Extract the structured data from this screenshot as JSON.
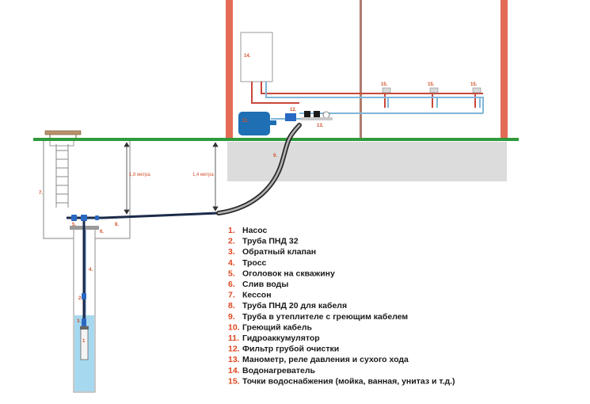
{
  "diagram": {
    "callouts": {
      "c1": "1",
      "c2": "2.",
      "c3": "3.",
      "c4": "4.",
      "c5": "5.",
      "c6": "6.",
      "c7": "7.",
      "c8": "8.",
      "c9": "9.",
      "c11": "11.",
      "c12": "12.",
      "c13": "13.",
      "c14": "14.",
      "c15a": "15.",
      "c15b": "15.",
      "c15c": "15."
    },
    "dimensions": {
      "depth_caisson": "1,8 метра",
      "depth_trench": "1,4 метра"
    }
  },
  "legend": [
    {
      "num": "1.",
      "text": "Насос"
    },
    {
      "num": "2.",
      "text": "Труба ПНД 32"
    },
    {
      "num": "3.",
      "text": "Обратный клапан"
    },
    {
      "num": "4.",
      "text": "Тросс"
    },
    {
      "num": "5.",
      "text": "Оголовок на скважину"
    },
    {
      "num": "6.",
      "text": "Слив воды"
    },
    {
      "num": "7.",
      "text": " Кессон"
    },
    {
      "num": "8.",
      "text": "Труба ПНД 20 для кабеля"
    },
    {
      "num": "9.",
      "text": "Труба в утеплителе с греющим кабелем"
    },
    {
      "num": "10.",
      "text": "Греющий кабель"
    },
    {
      "num": "11.",
      "text": " Гидроаккумулятор"
    },
    {
      "num": "12.",
      "text": "Фильтр грубой очистки"
    },
    {
      "num": "13.",
      "text": "Манометр, реле давления и сухого хода"
    },
    {
      "num": "14.",
      "text": "Водонагреватель"
    },
    {
      "num": "15.",
      "text": "Точки водоснабжения (мойка, ванная, унитаз и т.д.)"
    }
  ],
  "colors": {
    "ground": "#2e9a3c",
    "wall": "#e46b55",
    "hot_pipe": "#c8473a",
    "cold_pipe": "#7fb6d8",
    "water": "#a6d9ef",
    "accumulator": "#1f6fb5"
  }
}
